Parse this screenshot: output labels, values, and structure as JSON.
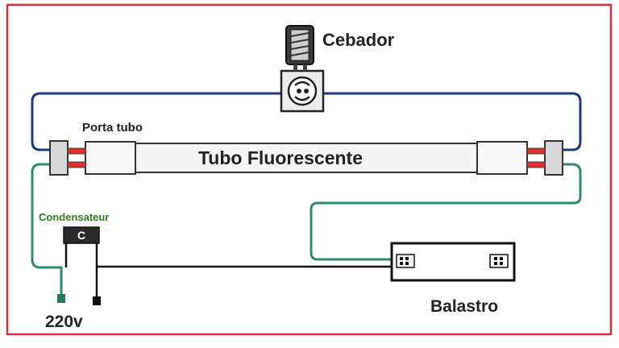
{
  "labels": {
    "starter": "Cebador",
    "lamp_holder": "Porta tubo",
    "tube": "Tubo Fluorescente",
    "capacitor": "Condensateur",
    "capacitor_symbol": "C",
    "ballast": "Balastro",
    "voltage": "220v"
  },
  "colors": {
    "frame": "#e0283c",
    "blue_wire": "#1f3a80",
    "green_wire": "#2e8c6a",
    "black_wire": "#111111",
    "capacitor_label": "#2f7d1f",
    "tube_fill": "#f4f4f4",
    "tube_cap": "#d8d8d8",
    "pin_red": "#e03030"
  },
  "icons": [
    "starter-icon",
    "starter-socket-icon"
  ]
}
